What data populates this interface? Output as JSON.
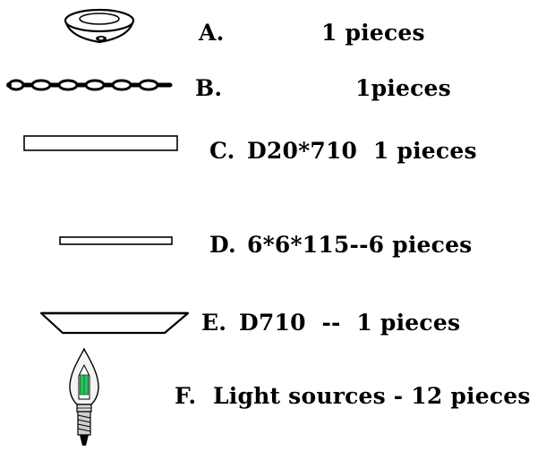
{
  "parts": [
    {
      "letter": "A.",
      "text": "1 pieces",
      "icon": "ceiling-canopy-icon"
    },
    {
      "letter": "B.",
      "text": "1pieces",
      "icon": "chain-icon"
    },
    {
      "letter": "C.",
      "text": "D20*710  1 pieces",
      "icon": "bar-rect-icon"
    },
    {
      "letter": "D.",
      "text": "6*6*115--6 pieces",
      "icon": "rod-rect-icon"
    },
    {
      "letter": "E.",
      "text": "D710  --  1 pieces",
      "icon": "tray-plate-icon"
    },
    {
      "letter": "F.",
      "text": "Light sources - 12 pieces",
      "icon": "candle-bulb-icon"
    }
  ],
  "colors": {
    "ink": "#000000",
    "bulb_led": "#27c25a"
  }
}
